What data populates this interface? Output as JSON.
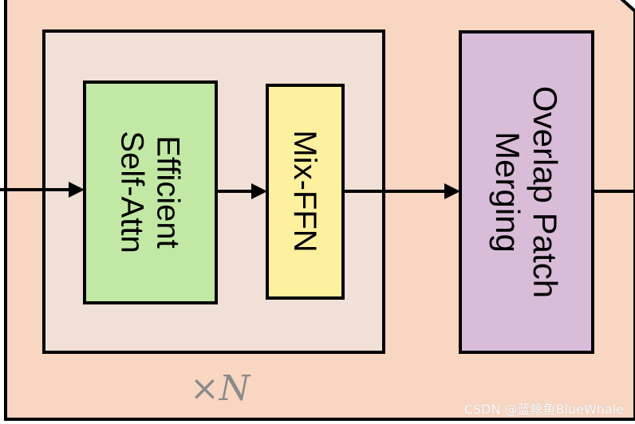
{
  "blocks": {
    "efficient_self_attn": {
      "line1": "Efficient",
      "line2": "Self-Attn"
    },
    "mix_ffn": {
      "label": "Mix-FFN"
    },
    "overlap_patch_merging": {
      "line1": "Overlap Patch",
      "line2": "Merging"
    }
  },
  "repeat": {
    "times": "×",
    "n": "N"
  },
  "watermark": "CSDN @蓝鲸鱼BlueWhale",
  "colors": {
    "outer_stage_fill": "#f9d6c2",
    "inner_block_fill": "#f0e0d6",
    "self_attn_fill": "#c1e8a4",
    "mix_ffn_fill": "#fdf09e",
    "patch_merging_fill": "#d8bcd8",
    "stroke": "#000000",
    "repeat_label": "#8a8a8a"
  }
}
